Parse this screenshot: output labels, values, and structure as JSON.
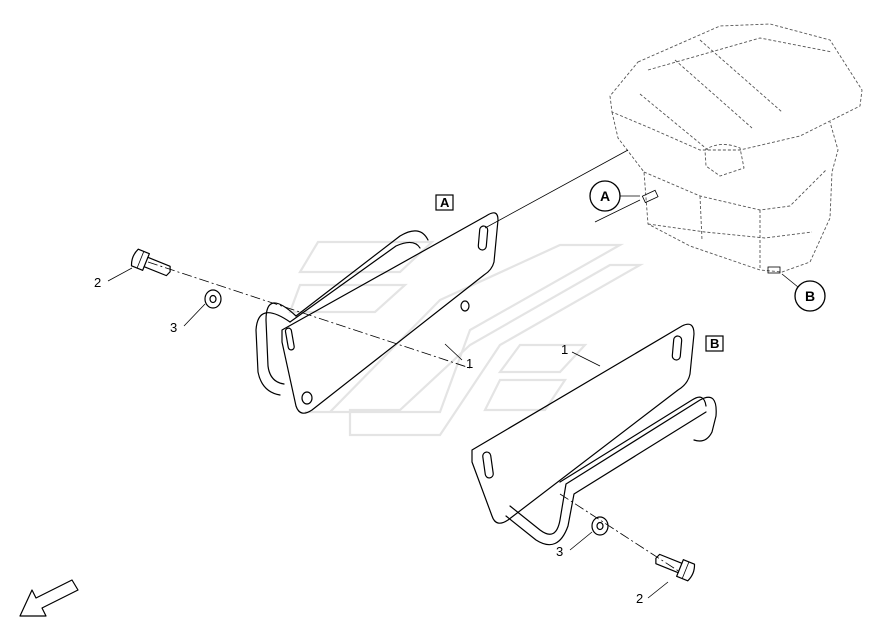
{
  "callouts": {
    "part_1_upper": "1",
    "part_1_lower": "1",
    "part_2_upper": "2",
    "part_2_lower": "2",
    "part_3_upper": "3",
    "part_3_lower": "3"
  },
  "detail_boxes": {
    "box_a": "A",
    "box_b": "B"
  },
  "detail_circles": {
    "circle_a": "A",
    "circle_b": "B"
  },
  "icons": [
    "direction-arrow-icon"
  ]
}
